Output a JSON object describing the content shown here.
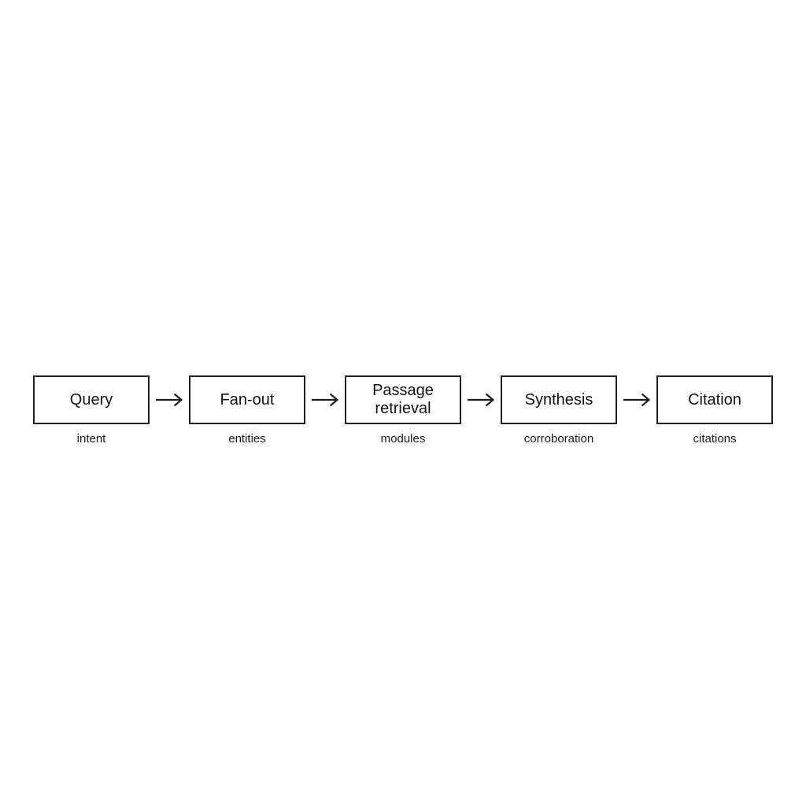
{
  "diagram": {
    "title": "retrieval-pipeline-flow",
    "colors": {
      "background": "#ffffff",
      "box_border": "#1f1f1f",
      "box_fill": "#ffffff",
      "text": "#111111",
      "arrow": "#1f1f1f"
    },
    "stages": [
      {
        "label": "Query",
        "sublabel": "intent"
      },
      {
        "label": "Fan-out",
        "sublabel": "entities"
      },
      {
        "label": "Passage retrieval",
        "sublabel": "modules"
      },
      {
        "label": "Synthesis",
        "sublabel": "corroboration"
      },
      {
        "label": "Citation",
        "sublabel": "citations"
      }
    ],
    "connector": {
      "icon": "arrow-right-icon",
      "glyph": "→"
    }
  }
}
